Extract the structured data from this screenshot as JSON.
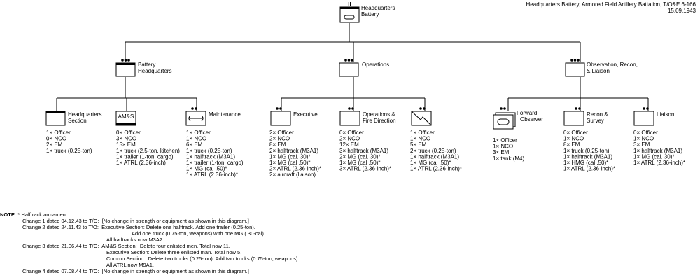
{
  "header": {
    "title": "Headquarters Battery, Armored Field Artillery Battalion, T/O&E 6-166",
    "date": "15.09.1943"
  },
  "root": {
    "name_lines": [
      "Headquarters",
      "Battery"
    ],
    "roman": "II"
  },
  "groups": [
    {
      "name_lines": [
        "Battery",
        "Headquarters"
      ]
    },
    {
      "name_lines": [
        "Operations"
      ]
    },
    {
      "name_lines": [
        "Observation, Recon,",
        "& Liaison"
      ]
    }
  ],
  "units": [
    {
      "name_lines": [
        "Headquarters",
        "Section"
      ],
      "box_label": "",
      "details": [
        "1× Officer",
        "0× NCO",
        "2× EM",
        "1× truck (0.25-ton)"
      ]
    },
    {
      "name_lines": [],
      "box_label": "AM&S",
      "details": [
        "0× Officer",
        "3× NCO",
        "15× EM",
        "1× truck (2.5-ton, kitchen)",
        "1× trailer (1-ton, cargo)",
        "1× ATRL (2.36-inch)"
      ]
    },
    {
      "name_lines": [
        "Maintenance"
      ],
      "box_label": "",
      "details": [
        "1× Officer",
        "1× NCO",
        "6× EM",
        "1× truck (0.25-ton)",
        "1× halftrack (M3A1)",
        "1× trailer (1-ton, cargo)",
        "1× MG (cal .50)*",
        "1× ATRL (2.36-inch)*"
      ]
    },
    {
      "name_lines": [
        "Executive"
      ],
      "box_label": "",
      "details": [
        "2× Officer",
        "2× NCO",
        "8× EM",
        "2× halftrack (M3A1)",
        "1× MG (cal. 30)*",
        "1× MG (cal .50)*",
        "2× ATRL (2.36-inch)*",
        "2× aircraft (liaison)"
      ]
    },
    {
      "name_lines": [
        "Operations &",
        "Fire Direction"
      ],
      "box_label": "",
      "details": [
        "0× Officer",
        "2× NCO",
        "12× EM",
        "3× halftrack (M3A1)",
        "2× MG (cal. 30)*",
        "1× MG (cal .50)*",
        "3× ATRL (2.36-inch)*"
      ]
    },
    {
      "name_lines": [],
      "box_label": "",
      "details": [
        "1× Officer",
        "1× NCO",
        "5× EM",
        "2× truck (0.25-ton)",
        "1× halftrack (M3A1)",
        "1× MG (cal .50)*",
        "1× ATRL (2.36-inch)*"
      ]
    },
    {
      "name_lines": [
        "Forward",
        "Observer"
      ],
      "box_label": "",
      "details": [
        "1× Officer",
        "1× NCO",
        "3× EM",
        "1× tank (M4)"
      ]
    },
    {
      "name_lines": [
        "Recon &",
        "Survey"
      ],
      "box_label": "",
      "details": [
        "0× Officer",
        "1× NCO",
        "8× EM",
        "1× truck (0.25-ton)",
        "1× halftrack (M3A1)",
        "1× HMG (cal .50)*",
        "1× ATRL (2.36-inch)*"
      ]
    },
    {
      "name_lines": [
        "Liaison"
      ],
      "box_label": "",
      "details": [
        "0× Officer",
        "1× NCO",
        "3× EM",
        "1× halftrack (M3A1)",
        "1× MG (cal. 30)*",
        "1× ATRL (2.36-inch)*"
      ]
    }
  ],
  "notes": {
    "label": "NOTE:",
    "lines": [
      " * Halftrack armament.",
      "Change 1 dated 04.12.43 to T/O:  [No change in strength or equipment as shown in this diagram.]",
      "Change 2 dated 24.11.43 to T/O:  Executive Section: Delete one halftrack. Add one trailer (0.25-ton).",
      "Add one truck (0.75-ton, weapons) with one MG (.30-cal).",
      "All halftracks now M3A2.",
      "Change 3 dated 21.06.44 to T/O:  AM&S Section:  Delete four enlisted men. Total now 11.",
      "Executive Section: Delete three enlisted man. Total now 5.",
      "Commo Section:  Delete two trucks (0.25-ton). Add two trucks (0.75-ton, weapons).",
      "All ATRL now M9A1.",
      "Change 4 dated 07.08.44 to T/O:  [No change in strength or equipment as shown in this diagram.]"
    ]
  }
}
